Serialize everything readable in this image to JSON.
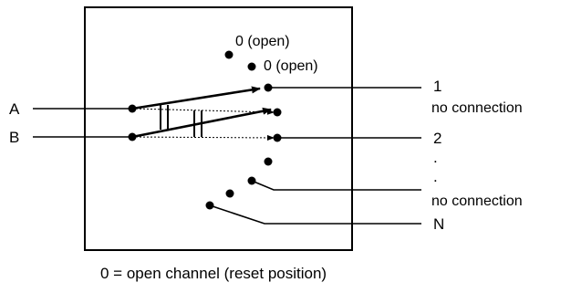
{
  "diagram": {
    "inputs": [
      {
        "id": "A",
        "label": "A"
      },
      {
        "id": "B",
        "label": "B"
      }
    ],
    "open_positions": [
      {
        "label": "0 (open)"
      },
      {
        "label": "0 (open)"
      }
    ],
    "outputs": [
      {
        "label": "1"
      },
      {
        "label": "no connection"
      },
      {
        "label": "2"
      },
      {
        "label": "."
      },
      {
        "label": "."
      },
      {
        "label": "no connection"
      },
      {
        "label": "N"
      }
    ],
    "caption": "0 = open channel (reset position)",
    "colors": {
      "ink": "#000000",
      "background": "#ffffff"
    }
  }
}
